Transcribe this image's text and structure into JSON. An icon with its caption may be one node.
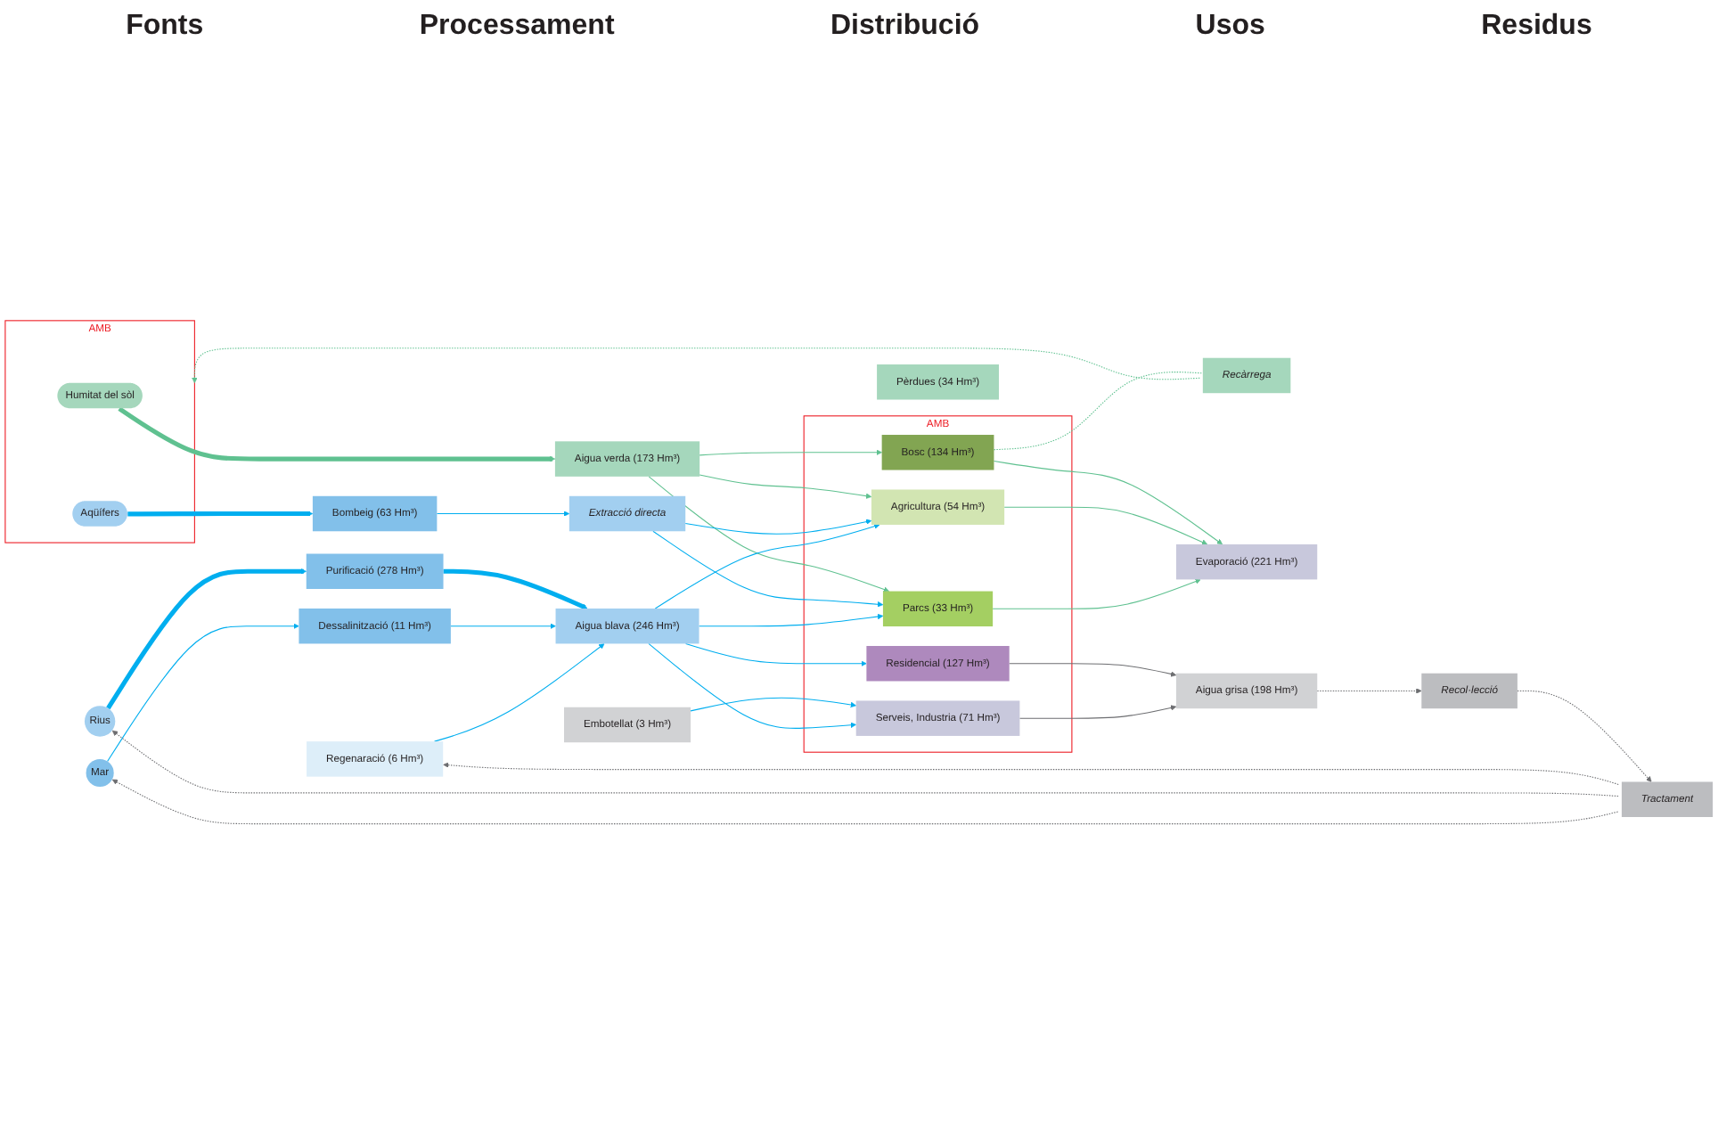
{
  "diagram": {
    "nodes": [
      {
        "text": [
          "AMB"
        ]
      },
      {
        "text": [
          "Humitat del sòl"
        ],
        "in": 0
      },
      {
        "text": [
          "Aqüífers"
        ],
        "in": 0
      },
      {
        "text": [
          "Rius"
        ]
      },
      {
        "text": [
          "Mar"
        ]
      },
      {
        "text": [
          "Bombeig (63 Hm³)"
        ]
      },
      {
        "text": [
          "Purificació (278 Hm³)"
        ]
      },
      {
        "text": [
          "Dessalinització (11 Hm³)"
        ]
      },
      {
        "text": [
          "Embotellat (3 Hm³)"
        ]
      },
      {
        "text": [
          "Regenaració (6 Hm³)"
        ]
      },
      {
        "text": [
          "Tractament"
        ]
      },
      {
        "text": [
          "Recàrrega"
        ]
      },
      {
        "text": [
          "Aigua verda (173 Hm³)"
        ]
      },
      {
        "text": [
          "Extracció directa"
        ]
      },
      {
        "text": [
          "Aigua blava (246 Hm³)"
        ]
      },
      {
        "text": [
          "Pèrdues (34 Hm³)"
        ]
      },
      {
        "text": [
          "Recol·lecció"
        ]
      },
      {
        "text": [
          "AMB"
        ]
      },
      {
        "text": [
          "Bosc (134 Hm³)"
        ],
        "in": 17
      },
      {
        "text": [
          "Agricultura (54 Hm³)"
        ],
        "in": 17
      },
      {
        "text": [
          "Parcs (33 Hm³)"
        ],
        "in": 17
      },
      {
        "text": [
          "Residencial (127 Hm³)"
        ],
        "in": 17
      },
      {
        "text": [
          "Serveis, Industria (71 Hm³)"
        ],
        "in": 17
      },
      {
        "text": [
          "Evaporació (221 Hm³)"
        ]
      },
      {
        "text": [
          "Aigua grisa (198 Hm³)"
        ]
      }
    ],
    "edges": [
      {
        "from": 1,
        "to": 12,
        "arrow": "to",
        "style": "thick",
        "color": "#5fc190"
      },
      {
        "from": 2,
        "to": 5,
        "arrow": "to",
        "style": "thick"
      },
      {
        "from": 3,
        "to": 6,
        "arrow": "to",
        "style": "thick"
      },
      {
        "from": 4,
        "to": 7,
        "arrow": "to"
      },
      {
        "from": 5,
        "to": 13,
        "arrow": "to"
      },
      {
        "from": 6,
        "to": 14,
        "arrow": "to",
        "style": "thick"
      },
      {
        "from": 7,
        "to": 14,
        "arrow": "to"
      },
      {
        "from": 9,
        "to": 14,
        "arrow": "to"
      },
      {
        "from": 8,
        "to": 22,
        "arrow": "to"
      },
      {
        "from": 12,
        "to": 18,
        "arrow": "to",
        "color": "#5fc190"
      },
      {
        "from": 12,
        "to": 19,
        "arrow": "to",
        "color": "#5fc190"
      },
      {
        "from": 12,
        "to": 20,
        "arrow": "to",
        "color": "#5fc190"
      },
      {
        "from": 13,
        "to": 19,
        "arrow": "to"
      },
      {
        "from": 13,
        "to": 20,
        "arrow": "to"
      },
      {
        "from": 14,
        "to": 19,
        "arrow": "to"
      },
      {
        "from": 14,
        "to": 20,
        "arrow": "to"
      },
      {
        "from": 14,
        "to": 21,
        "arrow": "to"
      },
      {
        "from": 14,
        "to": 22,
        "arrow": "to"
      },
      {
        "from": 18,
        "to": 23,
        "arrow": "to",
        "color": "#5fc190"
      },
      {
        "from": 19,
        "to": 23,
        "arrow": "to",
        "color": "#5fc190"
      },
      {
        "from": 20,
        "to": 23,
        "arrow": "to",
        "color": "#5fc190"
      },
      {
        "from": 21,
        "to": 24,
        "arrow": "to",
        "color": "#6d6e71"
      },
      {
        "from": 22,
        "to": 24,
        "arrow": "to",
        "color": "#6d6e71"
      },
      {
        "from": 18,
        "to": 11,
        "arrow": "none",
        "style": "dashed",
        "color": "#5fc190"
      },
      {
        "from": 11,
        "to": 0,
        "arrow": "to",
        "style": "dashed",
        "color": "#5fc190"
      },
      {
        "from": 24,
        "to": 16,
        "arrow": "to",
        "style": "dashed",
        "color": "#6d6e71"
      },
      {
        "from": 16,
        "to": 10,
        "arrow": "to",
        "style": "dashed",
        "color": "#6d6e71"
      },
      {
        "from": 10,
        "to": 9,
        "arrow": "to",
        "style": "dashed",
        "color": "#6d6e71"
      },
      {
        "from": 10,
        "to": 3,
        "arrow": "to",
        "style": "dashed",
        "color": "#6d6e71"
      },
      {
        "from": 10,
        "to": 4,
        "arrow": "to",
        "style": "dashed",
        "color": "#6d6e71"
      }
    ],
    "labels": [
      "Fonts",
      "Processament",
      "Distribució",
      "Usos",
      "Residus"
    ]
  }
}
